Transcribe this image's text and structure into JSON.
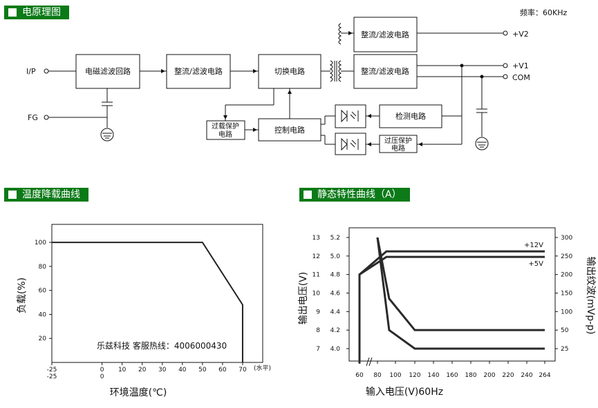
{
  "sections": {
    "schematic": "电原理图",
    "derating": "温度降载曲线",
    "static": "静态特性曲线（A）"
  },
  "frequency": "频率：60KHz",
  "blocks": {
    "emi": "电磁滤波回路",
    "rect1": "整流/滤波电路",
    "switch": "切换电路",
    "rect_v2": "整流/滤波电路",
    "rect_v1": "整流/滤波电路",
    "overload_l1": "过载保护",
    "overload_l2": "电路",
    "control": "控制电路",
    "detect": "检测电路",
    "ovp_l1": "过压保护",
    "ovp_l2": "电路"
  },
  "ports": {
    "ip": "I/P",
    "fg": "FG",
    "v2": "+V2",
    "v1": "+V1",
    "com": "COM"
  },
  "watermark": "乐兹科技 客服热线：4006000430",
  "chart_data": [
    {
      "type": "line",
      "title": "温度降载曲线",
      "xlabel": "环境温度(℃)",
      "ylabel": "负载(%)",
      "x_ticks": [
        "-25",
        "0",
        "10",
        "20",
        "30",
        "40",
        "50",
        "60",
        "70"
      ],
      "x_ticks_row2": [
        "-25",
        "0"
      ],
      "x_unit_note": "(水平)",
      "y_ticks": [
        "100",
        "80",
        "60",
        "40",
        "20"
      ],
      "xlim": [
        -25,
        80
      ],
      "ylim": [
        0,
        115
      ],
      "series": [
        {
          "x": [
            -25,
            50,
            70,
            70
          ],
          "y": [
            100,
            100,
            48,
            0
          ]
        }
      ]
    },
    {
      "type": "line",
      "title": "静态特性曲线（A）",
      "xlabel": "输入电压(V)60Hz",
      "ylabel_left": "输出电压(V)",
      "ylabel_right": "输出纹波(mVp-p)",
      "x_ticks": [
        "60",
        "80",
        "100",
        "120",
        "140",
        "160",
        "180",
        "200",
        "220",
        "240",
        "264"
      ],
      "y_left_outer": [
        "13",
        "12",
        "11",
        "10",
        "9",
        "8",
        "7"
      ],
      "y_left_inner": [
        "5.2",
        "5.0",
        "4.8",
        "4.6",
        "4.4",
        "4.2",
        "4.0"
      ],
      "y_right": [
        "300",
        "250",
        "200",
        "150",
        "100",
        "50",
        "25"
      ],
      "series": [
        {
          "name": "+12V",
          "x": [
            60,
            60,
            90,
            264
          ],
          "y": [
            6.2,
            11.0,
            12.25,
            12.25
          ]
        },
        {
          "name": "+5V",
          "x": [
            60,
            60,
            90,
            264
          ],
          "y": [
            6.2,
            11.0,
            11.95,
            11.95
          ]
        },
        {
          "x": [
            80,
            93,
            120,
            264
          ],
          "y": [
            13.0,
            9.7,
            8.0,
            8.0
          ]
        },
        {
          "x": [
            80,
            93,
            120,
            264
          ],
          "y": [
            13.0,
            8.0,
            7.0,
            7.0
          ]
        }
      ]
    }
  ]
}
